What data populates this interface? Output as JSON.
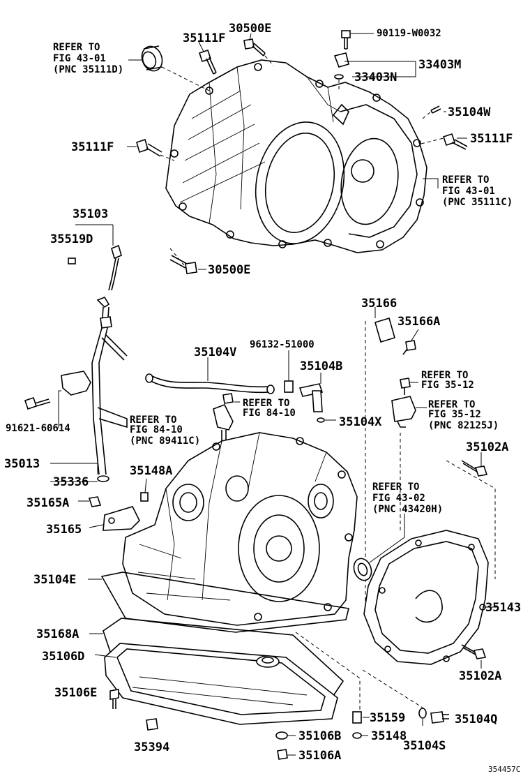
{
  "labels": {
    "p30500e_top": "30500E",
    "p35111f_top": "35111F",
    "p90119": "90119-W0032",
    "p33403m": "33403M",
    "p33403n": "33403N",
    "p35104w": "35104W",
    "p35111f_right": "35111F",
    "p35111f_left": "35111F",
    "p30500e_bottom": "30500E",
    "p35103": "35103",
    "p35519d": "35519D",
    "p35166": "35166",
    "p35166a": "35166A",
    "p35104v": "35104V",
    "p96132": "96132-51000",
    "p35104b": "35104B",
    "p35104x": "35104X",
    "p91621": "91621-60614",
    "p35013": "35013",
    "p35336": "35336",
    "p35148a": "35148A",
    "p35102a_top": "35102A",
    "p35165a": "35165A",
    "p35165": "35165",
    "p35104e": "35104E",
    "p35143": "35143",
    "p35168a": "35168A",
    "p35106d": "35106D",
    "p35102a_bottom": "35102A",
    "p35106e": "35106E",
    "p35159": "35159",
    "p35104q": "35104Q",
    "p35106b": "35106B",
    "p35148": "35148",
    "p35104s": "35104S",
    "p35394": "35394",
    "p35106a": "35106A",
    "fig_id": "354457C"
  },
  "refs": {
    "r1": [
      "REFER TO",
      "FIG 43-01",
      "(PNC 35111D)"
    ],
    "r2": [
      "REFER TO",
      "FIG 43-01",
      "(PNC 35111C)"
    ],
    "r3": [
      "REFER TO",
      "FIG 35-12"
    ],
    "r4": [
      "REFER TO",
      "FIG 35-12",
      "(PNC 82125J)"
    ],
    "r5": [
      "REFER TO",
      "FIG 84-10"
    ],
    "r6": [
      "REFER TO",
      "FIG 84-10",
      "(PNC 89411C)"
    ],
    "r7": [
      "REFER TO",
      "FIG 43-02",
      "(PNC 43420H)"
    ]
  }
}
